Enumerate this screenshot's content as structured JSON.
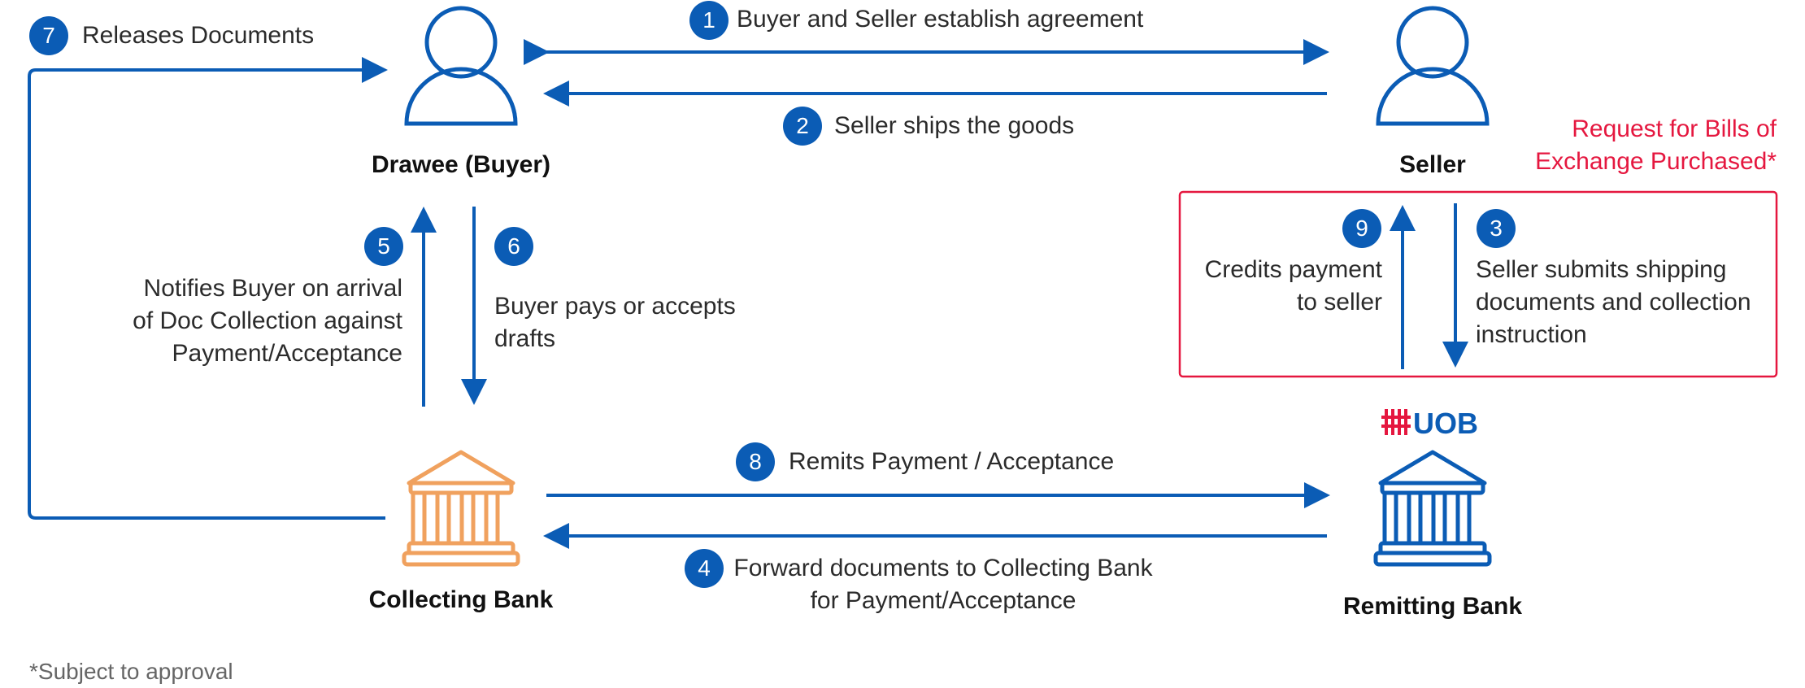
{
  "colors": {
    "primary_blue": "#0b5cb5",
    "collecting_orange": "#f0a15e",
    "uob_red": "#e5173f",
    "uob_blue": "#0b5cb5",
    "text": "#2b2b2b",
    "note_gray": "#666666"
  },
  "parties": {
    "drawee": {
      "label": "Drawee (Buyer)",
      "icon": "person-icon"
    },
    "seller": {
      "label": "Seller",
      "icon": "person-icon"
    },
    "collecting_bank": {
      "label": "Collecting Bank",
      "icon": "bank-icon"
    },
    "remitting_bank": {
      "label": "Remitting Bank",
      "icon": "bank-icon",
      "brand": "UOB",
      "brand_icon": "uob-logo-icon"
    }
  },
  "steps": [
    {
      "num": "1",
      "text": "Buyer and Seller establish agreement"
    },
    {
      "num": "2",
      "text": "Seller ships the goods"
    },
    {
      "num": "3",
      "lines": [
        "Seller submits shipping",
        "documents and collection",
        "instruction"
      ]
    },
    {
      "num": "4",
      "lines": [
        "Forward documents to Collecting Bank",
        "for Payment/Acceptance"
      ]
    },
    {
      "num": "5",
      "lines": [
        "Notifies Buyer on arrival",
        "of Doc Collection against",
        "Payment/Acceptance"
      ]
    },
    {
      "num": "6",
      "lines": [
        "Buyer pays or accepts",
        "drafts"
      ]
    },
    {
      "num": "7",
      "text": "Releases Documents"
    },
    {
      "num": "8",
      "text": "Remits Payment / Acceptance"
    },
    {
      "num": "9",
      "lines": [
        "Credits payment",
        "to seller"
      ]
    }
  ],
  "request_box": {
    "lines": [
      "Request for Bills of",
      "Exchange Purchased*"
    ]
  },
  "footnote": "*Subject to approval"
}
